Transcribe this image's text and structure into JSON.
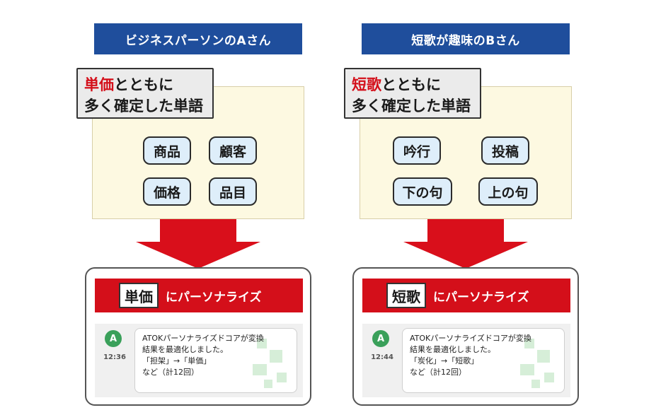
{
  "left": {
    "header": "ビジネスパーソンのAさん",
    "callout": {
      "highlight": "単価",
      "line1_rest": "とともに",
      "line2": "多く確定した単語"
    },
    "words": [
      "商品",
      "顧客",
      "価格",
      "品目"
    ],
    "result": {
      "keyword": "単価",
      "suffix": "にパーソナライズ",
      "time": "12:36",
      "avatar_letter": "A",
      "message": [
        "ATOKパーソナライズドコアが変換",
        "結果を最適化しました。",
        "「担架」→「単価」",
        "など（計12回）"
      ]
    }
  },
  "right": {
    "header": "短歌が趣味のBさん",
    "callout": {
      "highlight": "短歌",
      "line1_rest": "とともに",
      "line2": "多く確定した単語"
    },
    "words": [
      "吟行",
      "投稿",
      "下の句",
      "上の句"
    ],
    "result": {
      "keyword": "短歌",
      "suffix": "にパーソナライズ",
      "time": "12:44",
      "avatar_letter": "A",
      "message": [
        "ATOKパーソナライズドコアが変換",
        "結果を最適化しました。",
        "「炭化」→「短歌」",
        "など（計12回）"
      ]
    }
  },
  "colors": {
    "header_blue": "#1f4e9c",
    "accent_red": "#d40f1a",
    "pill_blue": "#deeefa",
    "box_yellow": "#fdf9e1",
    "avatar_green": "#3aa05a"
  }
}
